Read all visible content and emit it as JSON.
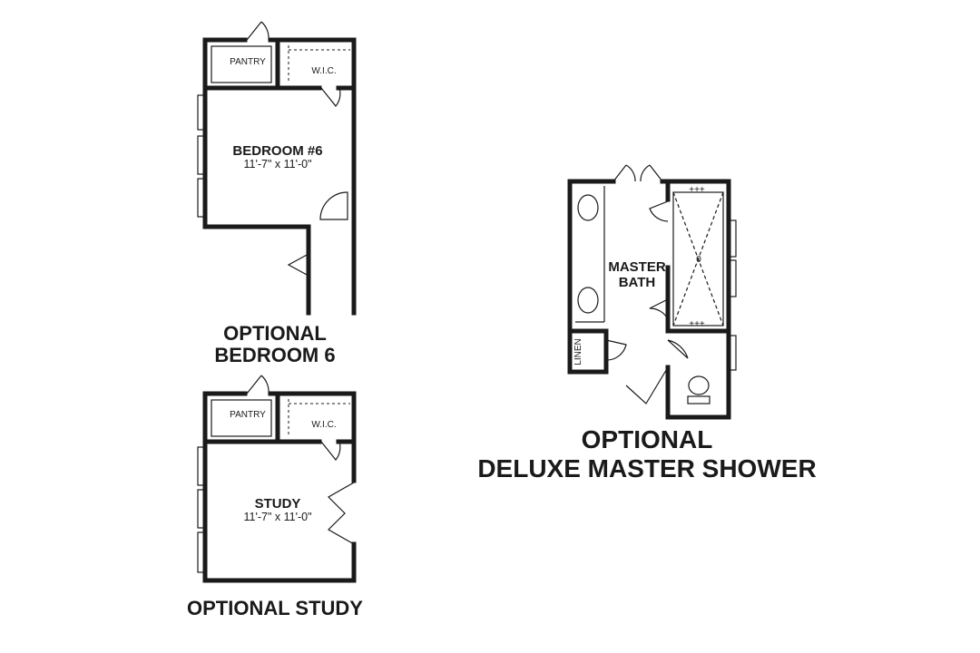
{
  "plans": [
    {
      "caption_line1": "OPTIONAL",
      "caption_line2": "BEDROOM 6",
      "room_name": "BEDROOM #6",
      "room_dims": "11'-7\" x 11'-0\"",
      "pantry_label": "PANTRY",
      "closet_label": "W.I.C."
    },
    {
      "caption_line1": "OPTIONAL STUDY",
      "room_name": "STUDY",
      "room_dims": "11'-7\" x 11'-0\"",
      "pantry_label": "PANTRY",
      "closet_label": "W.I.C."
    },
    {
      "caption_line1": "OPTIONAL",
      "caption_line2": "DELUXE MASTER SHOWER",
      "room_name_line1": "MASTER",
      "room_name_line2": "BATH",
      "linen_label": "LINEN",
      "shower_drain": "0"
    }
  ]
}
